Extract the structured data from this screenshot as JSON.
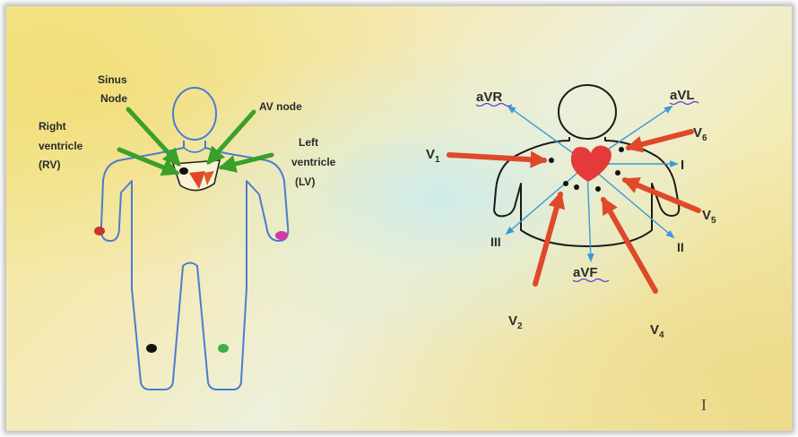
{
  "left_diagram": {
    "labels": {
      "sinus_node_1": "Sinus",
      "sinus_node_2": "Node",
      "av_node": "AV node",
      "rv_1": "Right",
      "rv_2": "ventricle",
      "rv_3": "(RV)",
      "lv_1": "Left",
      "lv_2": "ventricle",
      "lv_3": "(LV)"
    },
    "colors": {
      "outline": "#4a7dd0",
      "arrow": "#3aa02a",
      "heart": "#e0462a",
      "electrode_red": "#c8342a",
      "electrode_magenta": "#d23aa6",
      "electrode_black": "#111111",
      "electrode_green": "#3cb04a"
    }
  },
  "right_diagram": {
    "limb_leads": {
      "avr": "aVR",
      "avl": "aVL",
      "avf": "aVF",
      "i": "I",
      "ii": "II",
      "iii": "III"
    },
    "precordial_leads": {
      "v1": "V",
      "v1_sub": "1",
      "v2": "V",
      "v2_sub": "2",
      "v4": "V",
      "v4_sub": "4",
      "v5": "V",
      "v5_sub": "5",
      "v6": "V",
      "v6_sub": "6"
    },
    "colors": {
      "outline": "#1a1a1a",
      "vector": "#3a9ad8",
      "electrode_arrow": "#e0482a",
      "heart": "#e53a3a",
      "underline": "#5a3ad8"
    }
  },
  "cursor": "I"
}
